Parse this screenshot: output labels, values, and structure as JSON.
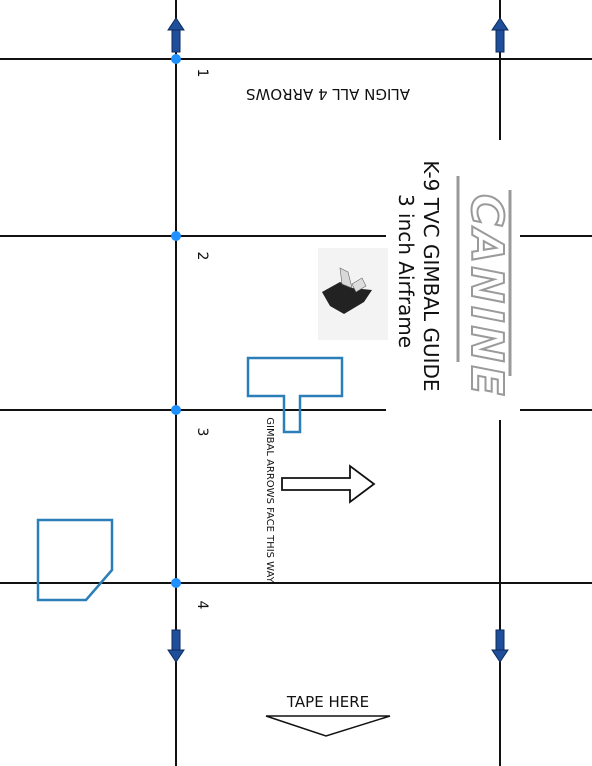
{
  "title_line_1": "K-9 TVC GIMBAL GUIDE",
  "title_line_2": "3 inch Airframe",
  "logo_text": "CANINE",
  "align_text": "ALIGN ALL 4 ARROWS",
  "gimbal_text": "GIMBAL ARROWS FACE THIS WAY",
  "tape_text": "TAPE HERE",
  "line_numbers": [
    "1",
    "2",
    "3",
    "4"
  ],
  "colors": {
    "line": "#111111",
    "marker": "#1e90ff",
    "arrow_fill": "#1f4e9a",
    "outline_blue": "#2a7fb8",
    "logo_gray": "#9a9a9a"
  }
}
